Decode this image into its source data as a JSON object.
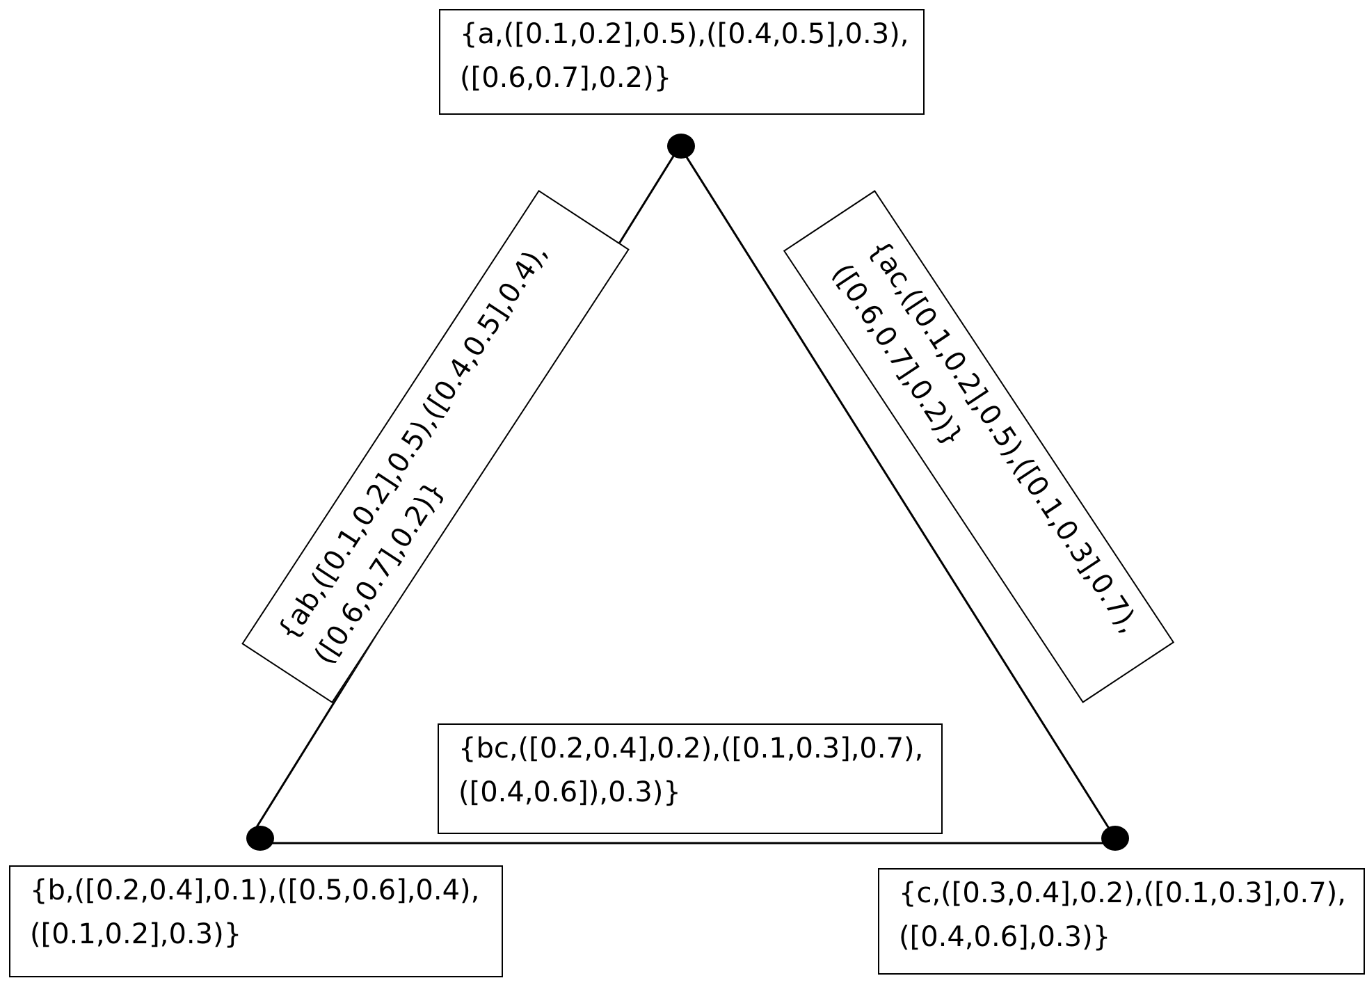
{
  "vertices": {
    "a": {
      "label_lines": [
        "{a,([0.1,0.2],0.5),([0.4,0.5],0.3),",
        "([0.6,0.7],0.2)}"
      ]
    },
    "b": {
      "label_lines": [
        "{b,([0.2,0.4],0.1),([0.5,0.6],0.4),",
        "([0.1,0.2],0.3)}"
      ]
    },
    "c": {
      "label_lines": [
        "{c,([0.3,0.4],0.2),([0.1,0.3],0.7),",
        "([0.4,0.6],0.3)}"
      ]
    }
  },
  "edges": {
    "ab": {
      "label_lines": [
        "{ab,([0.1,0.2],0.5),([0.4,0.5],0.4),",
        "([0.6,0.7],0.2)}"
      ]
    },
    "ac": {
      "label_lines": [
        "{ac,([0.1,0.2],0.5),([0.1,0.3],0.7),",
        "([0.6,0.7],0.2)}"
      ]
    },
    "bc": {
      "label_lines": [
        "{bc,([0.2,0.4],0.2),([0.1,0.3],0.7),",
        "([0.4,0.6]),0.3)}"
      ]
    }
  },
  "colors": {
    "stroke": "#000000",
    "background": "#ffffff"
  }
}
